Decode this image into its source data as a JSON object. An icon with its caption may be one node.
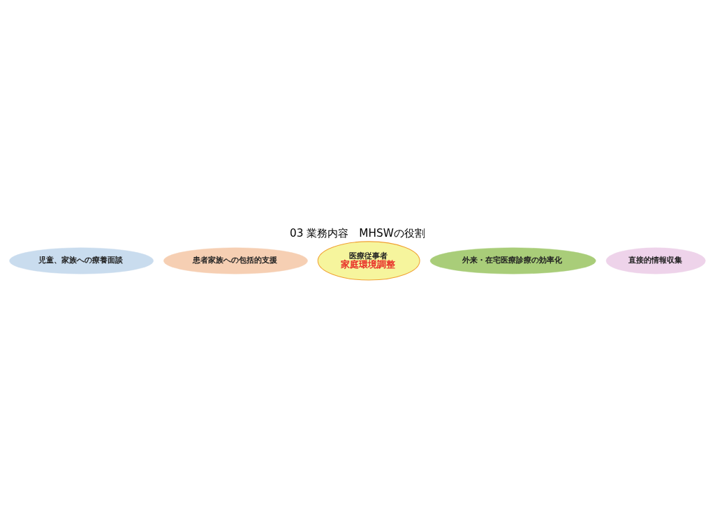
{
  "diagram": {
    "title": "03 業務内容　MHSWの役割",
    "nodes": [
      {
        "text": [
          "児童、家族への療養面談"
        ]
      },
      {
        "text": [
          "患者家族への包括的支援"
        ]
      },
      {
        "text": [
          "医療従事者",
          "家庭環境調整"
        ]
      },
      {
        "text": [
          "外来・在宅医療診療の効率化"
        ]
      },
      {
        "text": [
          "直接的情報収集"
        ]
      }
    ],
    "edges": []
  }
}
